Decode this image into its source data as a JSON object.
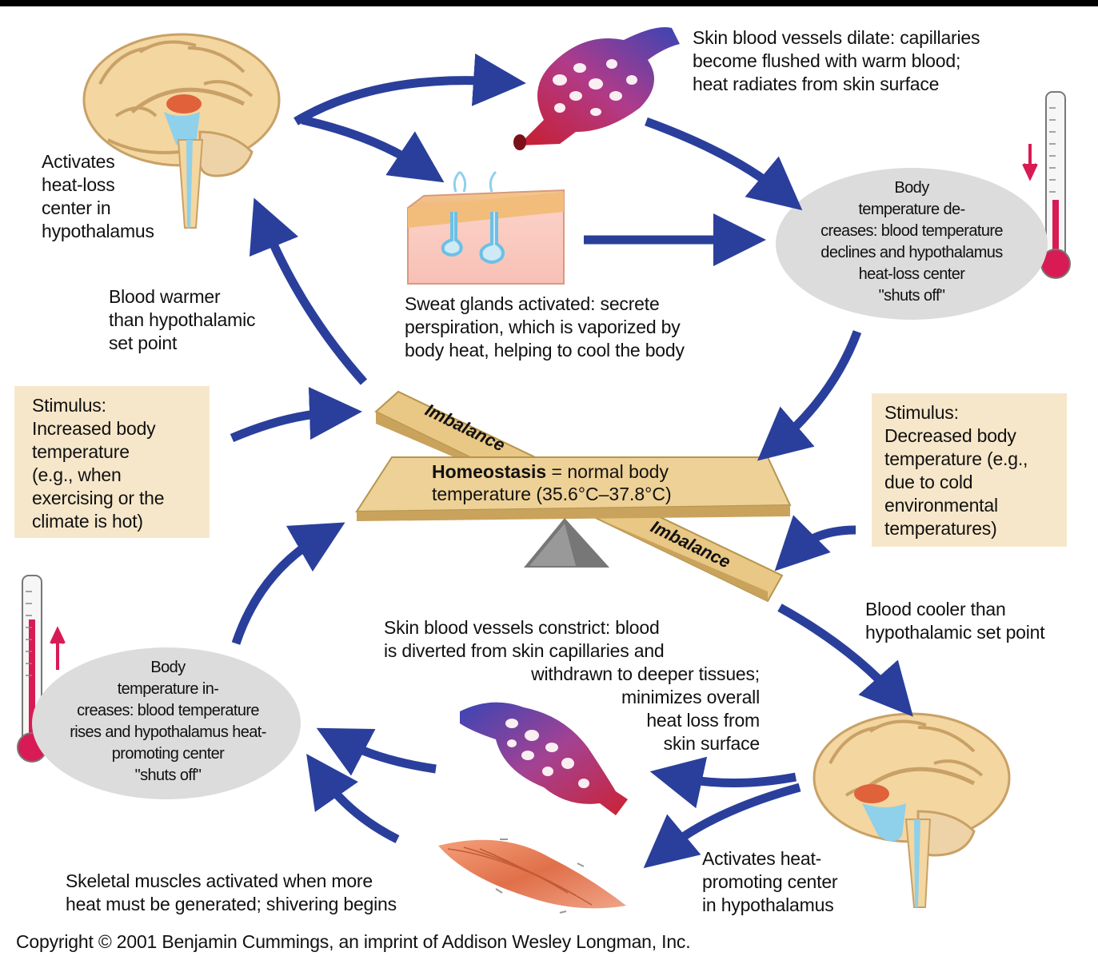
{
  "top_left_caption": "Activates\nheat-loss\ncenter in\nhypothalamus",
  "skin_vessels_dilate": "Skin blood vessels dilate: capillaries\nbecome flushed with warm blood;\nheat radiates from skin surface",
  "sweat_glands": "Sweat glands activated: secrete\nperspiration, which is vaporized by\nbody heat, helping to cool the body",
  "temp_decreases_bubble": "Body\ntemperature de-\ncreases: blood temperature\ndeclines and hypothalamus\nheat-loss center\n\"shuts off\"",
  "blood_warmer": "Blood warmer\nthan hypothalamic\nset point",
  "stimulus_increase": "Stimulus:\nIncreased body\ntemperature\n(e.g., when\nexercising or the\nclimate is hot)",
  "stimulus_decrease": "Stimulus:\nDecreased body\ntemperature (e.g.,\ndue to cold\nenvironmental\ntemperatures)",
  "imbalance_top": "Imbalance",
  "imbalance_bottom": "Imbalance",
  "homeostasis_bold": "Homeostasis",
  "homeostasis_rest": " = normal body",
  "homeostasis_line2": "temperature (35.6°C–37.8°C)",
  "blood_cooler": "Blood cooler than\nhypothalamic set point",
  "vessels_constrict_1": "Skin blood vessels constrict: blood\nis diverted from skin capillaries and",
  "vessels_constrict_2": "withdrawn to deeper tissues;\nminimizes overall\nheat loss from\nskin surface",
  "temp_increases_bubble": "Body\ntemperature in-\ncreases: blood temperature\nrises and hypothalamus heat-\npromoting center\n\"shuts off\"",
  "skeletal_muscles": "Skeletal muscles activated when more\nheat must be generated; shivering begins",
  "bottom_right_caption": "Activates heat-\npromoting center\nin hypothalamus",
  "copyright": "Copyright © 2001 Benjamin Cummings, an imprint of Addison Wesley Longman, Inc.",
  "colors": {
    "arrow": "#2a3f9b",
    "stimulus_box": "#f7e7ca",
    "bubble": "#dcdcdc",
    "seesaw": "#e9c784",
    "mercury": "#d81b55"
  },
  "icons": [
    "brain-icon",
    "capillary-network-icon",
    "skin-sweat-gland-icon",
    "thermometer-icon",
    "skeletal-muscle-icon"
  ]
}
